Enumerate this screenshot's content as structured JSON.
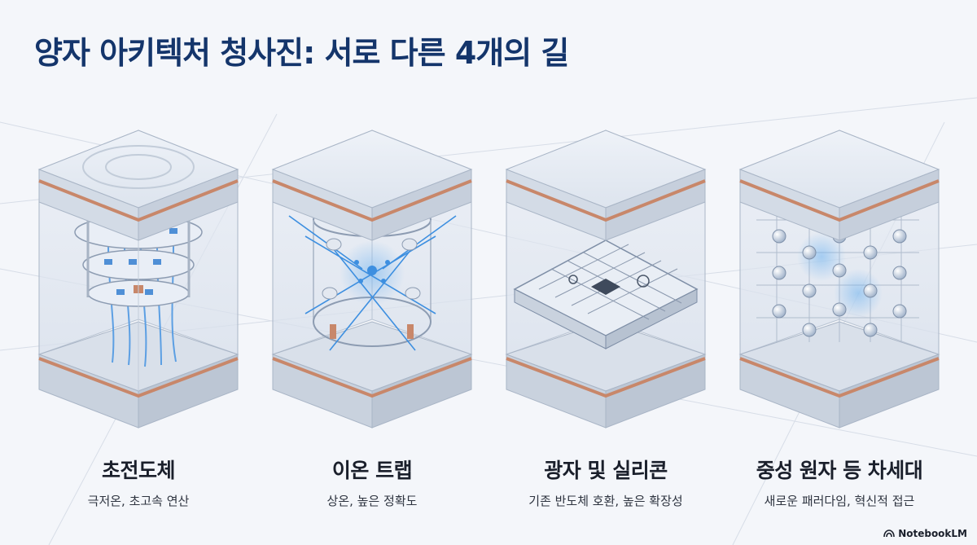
{
  "title": "양자 아키텍처 청사진: 서로 다른 4개의 길",
  "architectures": [
    {
      "name": "초전도체",
      "description": "극저온, 초고속 연산",
      "icon": "superconducting-chandelier-icon"
    },
    {
      "name": "이온 트랩",
      "description": "상온, 높은 정확도",
      "icon": "ion-trap-icon"
    },
    {
      "name": "광자 및 실리콘",
      "description": "기존 반도체 호환, 높은 확장성",
      "icon": "photonic-chip-icon"
    },
    {
      "name": "중성 원자 등 차세대",
      "description": "새로운 패러다임, 혁신적 접근",
      "icon": "neutral-atom-lattice-icon"
    }
  ],
  "brand": {
    "name": "NotebookLM",
    "icon": "notebooklm-logo-icon"
  },
  "colors": {
    "title": "#14356b",
    "accent_blue": "#3d8fe0",
    "copper": "#c8876a",
    "glass": "#e3e9f2"
  }
}
